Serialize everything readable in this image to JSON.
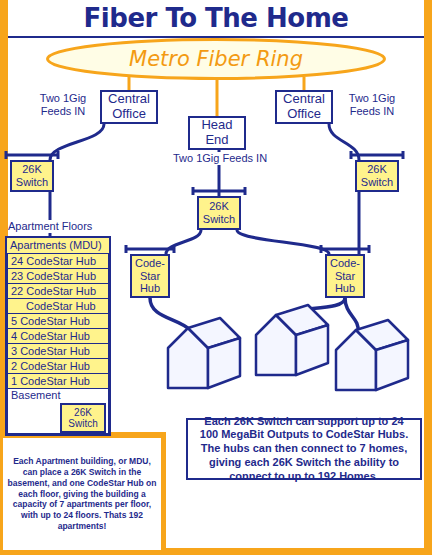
{
  "diagram": {
    "title": "Fiber To The Home",
    "nodes": [
      {
        "text": [
          "Metro Fiber Ring"
        ]
      },
      {
        "text": [
          "Central Office"
        ]
      },
      {
        "text": [
          "Head End"
        ]
      },
      {
        "text": [
          "Central Office"
        ]
      },
      {
        "text": [
          "26K Switch"
        ]
      },
      {
        "text": [
          "26K Switch"
        ]
      },
      {
        "text": [
          "26K Switch"
        ]
      },
      {
        "text": [
          "Code-Star Hub"
        ]
      },
      {
        "text": [
          "Code-Star Hub"
        ]
      },
      {
        "text": [
          "Apartments (MDU)"
        ]
      },
      {
        "text": [
          "24 CodeStar Hub"
        ],
        "in": 9
      },
      {
        "text": [
          "23 CodeStar Hub"
        ],
        "in": 9
      },
      {
        "text": [
          "22 CodeStar Hub"
        ],
        "in": 9
      },
      {
        "text": [
          "CodeStar Hub"
        ],
        "in": 9
      },
      {
        "text": [
          "5 CodeStar Hub"
        ],
        "in": 9
      },
      {
        "text": [
          "4 CodeStar Hub"
        ],
        "in": 9
      },
      {
        "text": [
          "3 CodeStar Hub"
        ],
        "in": 9
      },
      {
        "text": [
          "2 CodeStar Hub"
        ],
        "in": 9
      },
      {
        "text": [
          "1 CodeStar Hub"
        ],
        "in": 9
      },
      {
        "text": [
          "Basement"
        ],
        "in": 9
      },
      {
        "text": [
          "26K Switch"
        ],
        "in": 19
      },
      {
        "text": [
          "Each 26K Switch can support up to 24 100 MegaBit Outputs to CodeStar Hubs. The hubs can then connect to 7 homes, giving each 26K Switch the ability to connect to up to 192 Homes."
        ]
      },
      {
        "text": [
          "Each Apartment building, or MDU, can place a 26K Switch in the basement, and one CodeStar Hub on each floor, giving the building a capacity of 7 apartments per floor, with up to 24 floors. Thats 192 apartments!"
        ]
      }
    ],
    "edges": [
      {
        "from": 0,
        "to": 1,
        "arrow": "none"
      },
      {
        "from": 0,
        "to": 2,
        "arrow": "none"
      },
      {
        "from": 0,
        "to": 3,
        "arrow": "none"
      },
      {
        "from": 1,
        "to": 4,
        "arrow": "none"
      },
      {
        "from": 2,
        "to": 5,
        "arrow": "none"
      },
      {
        "from": 3,
        "to": 6,
        "arrow": "none"
      },
      {
        "from": 5,
        "to": 7,
        "arrow": "none"
      },
      {
        "from": 5,
        "to": 8,
        "arrow": "none"
      },
      {
        "from": 6,
        "to": 8,
        "arrow": "none"
      },
      {
        "from": 4,
        "to": 9,
        "arrow": "none"
      }
    ],
    "labels": [
      "Two 1Gig Feeds IN",
      "Two 1Gig Feeds IN",
      "Two 1Gig Feeds IN",
      "Apartment Floors"
    ]
  }
}
